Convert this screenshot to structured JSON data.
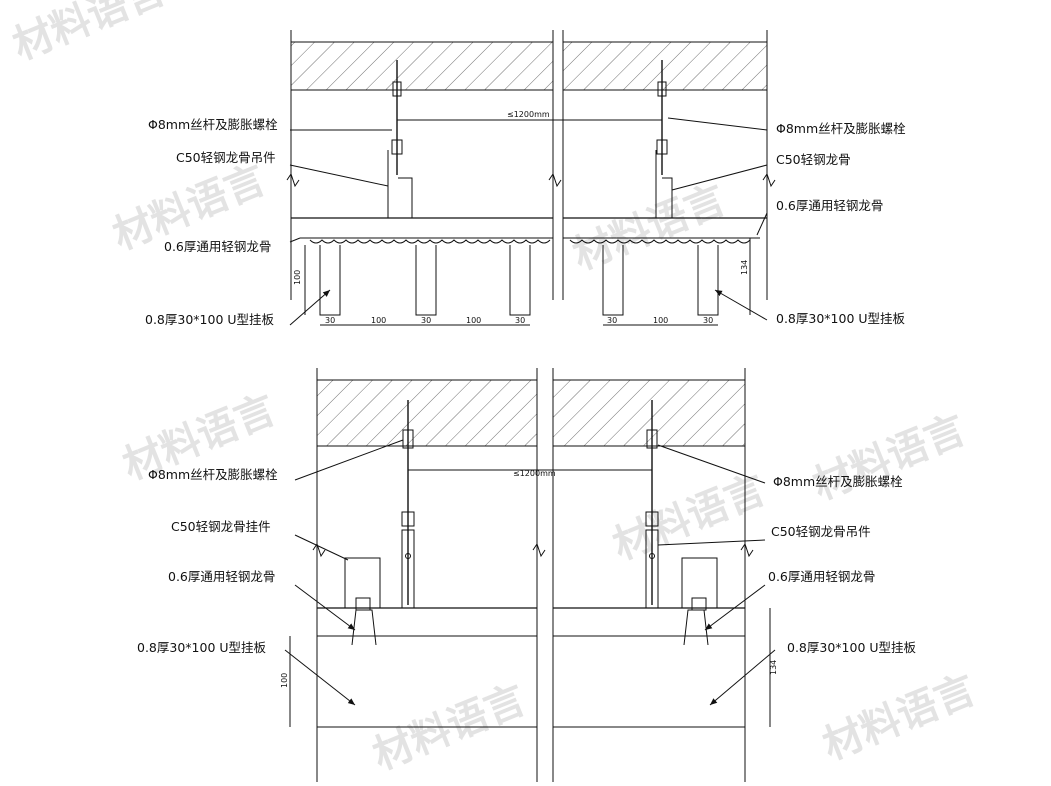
{
  "watermark": "材料语言",
  "top_section": {
    "labels": {
      "rod_left": "Φ8mm丝杆及膨胀螺栓",
      "hanger_left": "C50轻钢龙骨吊件",
      "keel_left": "0.6厚通用轻钢龙骨",
      "panel_left": "0.8厚30*100 U型挂板",
      "rod_right": "Φ8mm丝杆及膨胀螺栓",
      "hanger_right": "C50轻钢龙骨",
      "keel_right": "0.6厚通用轻钢龙骨",
      "panel_right": "0.8厚30*100 U型挂板"
    },
    "dims": {
      "span": "≤1200mm",
      "height_left": "100",
      "height_right": "134",
      "bottom_left": [
        "30",
        "100",
        "30",
        "100",
        "30"
      ],
      "bottom_right": [
        "30",
        "100",
        "30"
      ]
    }
  },
  "bottom_section": {
    "labels": {
      "rod_left": "Φ8mm丝杆及膨胀螺栓",
      "hanger_left": "C50轻钢龙骨挂件",
      "keel_left": "0.6厚通用轻钢龙骨",
      "panel_left": "0.8厚30*100 U型挂板",
      "rod_right": "Φ8mm丝杆及膨胀螺栓",
      "hanger_right": "C50轻钢龙骨吊件",
      "keel_right": "0.6厚通用轻钢龙骨",
      "panel_right": "0.8厚30*100 U型挂板"
    },
    "dims": {
      "span": "≤1200mm",
      "height_left": "100",
      "height_right": "134"
    }
  }
}
